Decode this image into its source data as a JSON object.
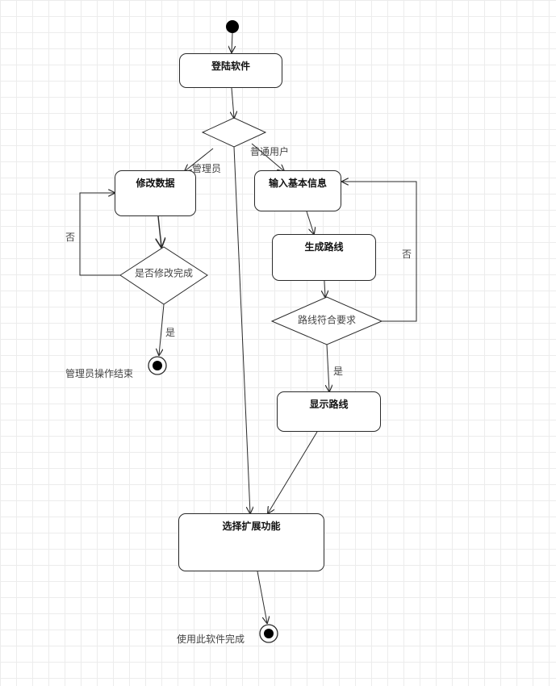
{
  "actions": {
    "login": "登陆软件",
    "modify_data": "修改数据",
    "input_info": "输入基本信息",
    "generate_route": "生成路线",
    "show_route": "显示路线",
    "select_ext": "选择扩展功能"
  },
  "decisions": {
    "modify_done": "是否修改完成",
    "route_ok": "路线符合要求"
  },
  "guards": {
    "admin": "管理员",
    "normal_user": "普通用户",
    "no_left": "否",
    "yes_left": "是",
    "no_right": "否",
    "yes_right": "是"
  },
  "end_labels": {
    "admin_end": "管理员操作结束",
    "use_end": "使用此软件完成"
  },
  "colors": {
    "line": "#2a2a2a",
    "grid": "#ececec",
    "text": "#444444"
  }
}
